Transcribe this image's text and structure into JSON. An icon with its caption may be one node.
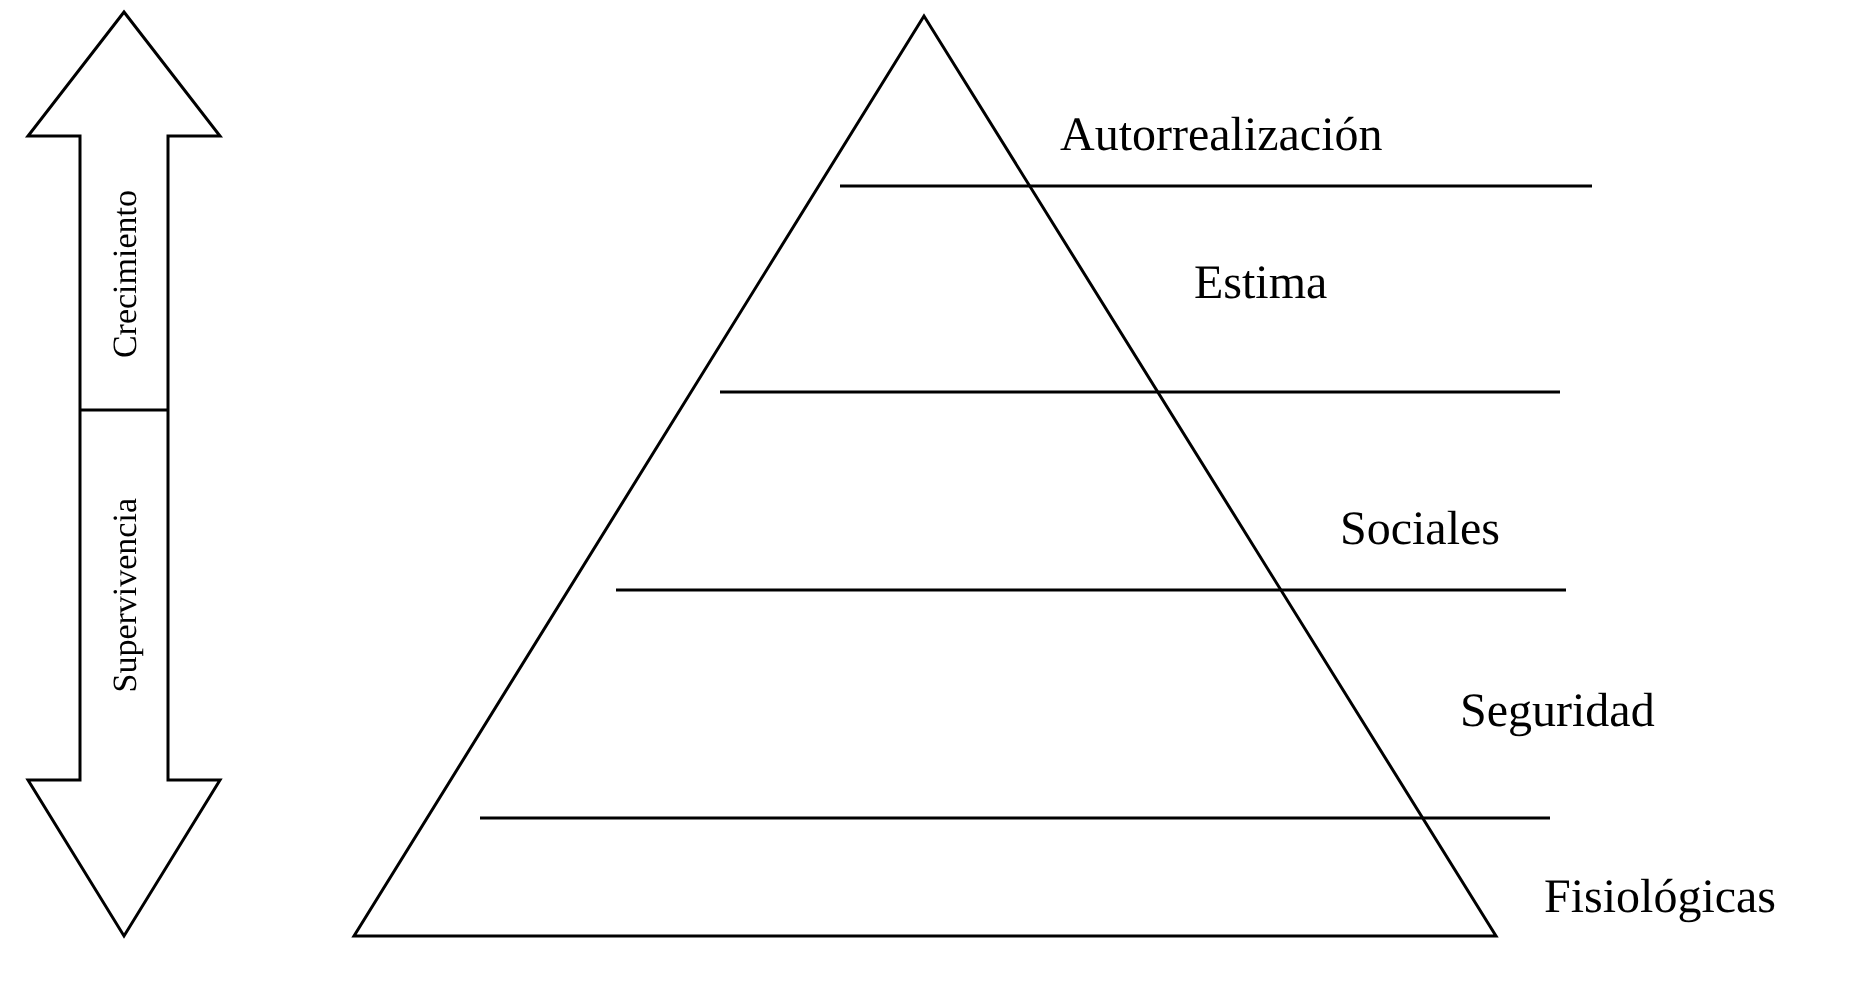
{
  "diagram": {
    "nodes": [
      {
        "text": [
          "Autorrealización"
        ]
      },
      {
        "text": [
          "Estima"
        ]
      },
      {
        "text": [
          "Sociales"
        ]
      },
      {
        "text": [
          "Seguridad"
        ]
      },
      {
        "text": [
          "Fisiológicas"
        ]
      },
      {
        "text": [
          "Crecimiento"
        ]
      },
      {
        "text": [
          "Supervivencia"
        ]
      }
    ]
  }
}
